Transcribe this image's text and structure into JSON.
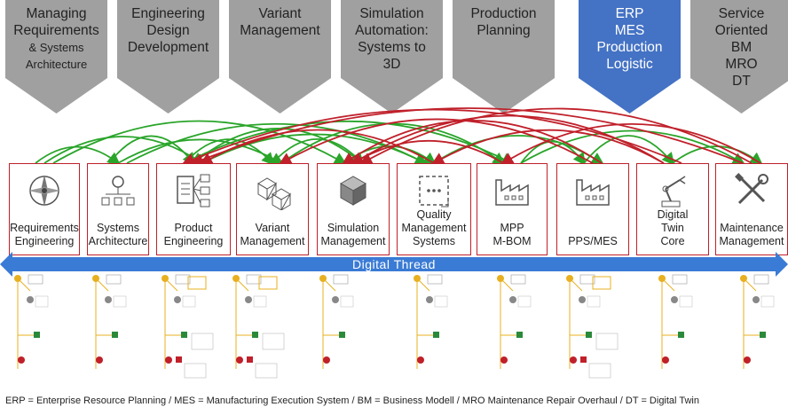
{
  "phases": [
    {
      "lines": [
        "Managing",
        "Requirements"
      ],
      "sub": [
        "& Systems",
        "Architecture"
      ],
      "highlight": false
    },
    {
      "lines": [
        "Engineering",
        "Design",
        "Development"
      ],
      "highlight": false
    },
    {
      "lines": [
        "Variant",
        "Management"
      ],
      "highlight": false
    },
    {
      "lines": [
        "Simulation",
        "Automation:",
        "Systems to",
        "3D"
      ],
      "highlight": false
    },
    {
      "lines": [
        "Production",
        "Planning"
      ],
      "highlight": false
    },
    {
      "lines": [
        "ERP",
        "MES",
        "Production",
        "Logistic"
      ],
      "highlight": true
    },
    {
      "lines": [
        "Service",
        "Oriented",
        "BM",
        "MRO",
        "DT"
      ],
      "highlight": false
    }
  ],
  "systems": [
    {
      "lines": [
        "Requirements",
        "Engineering"
      ],
      "icon": "compass-icon"
    },
    {
      "lines": [
        "Systems",
        "Architecture"
      ],
      "icon": "network-gear-icon"
    },
    {
      "lines": [
        "Product",
        "Engineering"
      ],
      "icon": "product-structure-icon"
    },
    {
      "lines": [
        "Variant",
        "Management"
      ],
      "icon": "cubes-icon"
    },
    {
      "lines": [
        "Simulation",
        "Management"
      ],
      "icon": "simulation-cube-icon"
    },
    {
      "lines": [
        "Quality",
        "Management",
        "Systems"
      ],
      "icon": "quality-dashed-box-icon"
    },
    {
      "lines": [
        "MPP",
        "M-BOM"
      ],
      "icon": "factory-icon"
    },
    {
      "lines": [
        "PPS/MES"
      ],
      "icon": "factory-icon"
    },
    {
      "lines": [
        "Digital",
        "Twin",
        "Core"
      ],
      "icon": "robot-arm-icon"
    },
    {
      "lines": [
        "Maintenance",
        "Management"
      ],
      "icon": "tools-icon"
    }
  ],
  "thread_label": "Digital Thread",
  "footer": "ERP = Enterprise Resource Planning / MES = Manufacturing Execution System / BM = Business Modell / MRO Maintenance Repair Overhaul / DT = Digital Twin",
  "colors": {
    "phase_gray": "#a0a0a0",
    "phase_highlight": "#4472c4",
    "box_border": "#c0202a",
    "thread": "#3a7bd5",
    "arrow_red": "#c0202a",
    "arrow_green": "#2aa52a"
  }
}
